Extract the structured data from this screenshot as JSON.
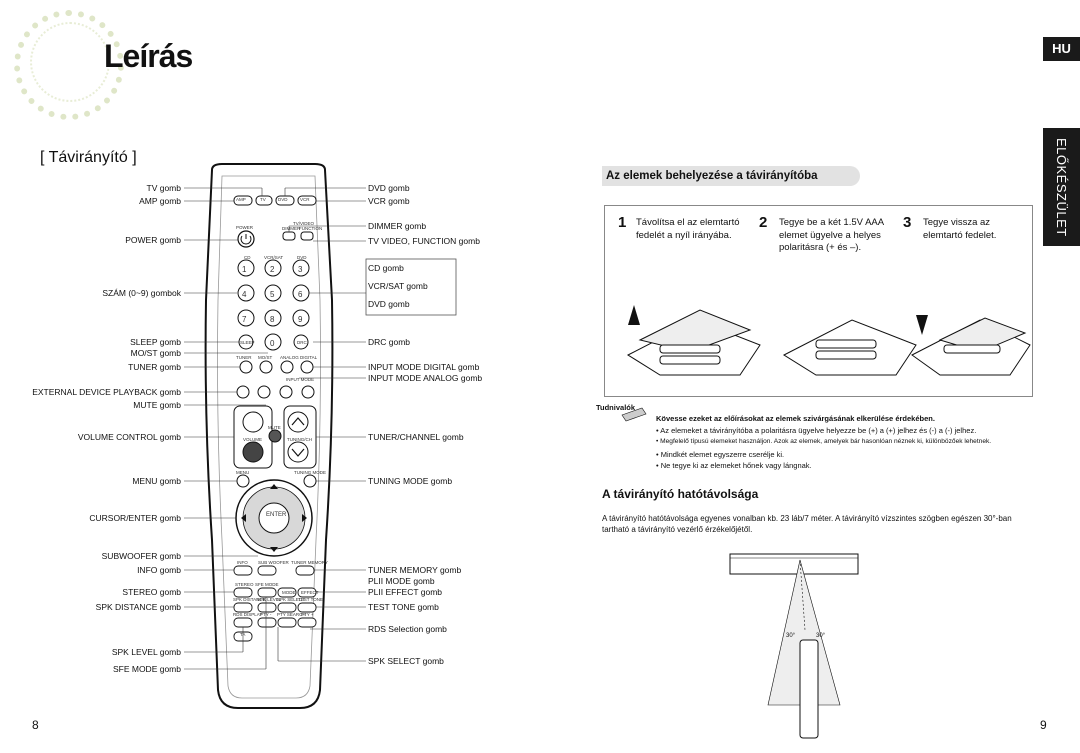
{
  "header": {
    "title": "Leírás",
    "lang_badge": "HU",
    "side_tab": "ELŐKÉSZÜLET"
  },
  "section": {
    "title": "[ Távirányító ]"
  },
  "left_labels": [
    "TV gomb",
    "AMP gomb",
    "POWER gomb",
    "SZÁM (0~9) gombok",
    "SLEEP gomb",
    "MO/ST gomb",
    "TUNER gomb",
    "EXTERNAL DEVICE PLAYBACK gomb",
    "MUTE gomb",
    "VOLUME CONTROL gomb",
    "MENU gomb",
    "CURSOR/ENTER gomb",
    "SUBWOOFER gomb",
    "INFO gomb",
    "STEREO gomb",
    "SPK DISTANCE gomb",
    "SPK LEVEL gomb",
    "SFE MODE gomb"
  ],
  "right_labels": [
    "DVD gomb",
    "VCR gomb",
    "DIMMER gomb",
    "TV VIDEO, FUNCTION gomb",
    "CD gomb",
    "VCR/SAT gomb",
    "DVD gomb",
    "DRC gomb",
    "INPUT MODE DIGITAL gomb",
    "INPUT MODE ANALOG gomb",
    "TUNER/CHANNEL gomb",
    "TUNING MODE gomb",
    "TUNER MEMORY gomb",
    "PLII  MODE gomb",
    "PLII  EFFECT gomb",
    "TEST TONE gomb",
    "RDS Selection gomb",
    "SPK SELECT gomb"
  ],
  "remote": {
    "top_buttons": [
      "AMP",
      "TV",
      "DVD",
      "VCR"
    ],
    "labels": {
      "power": "POWER",
      "dimmer": "DIMMER",
      "function": "FUNCTION",
      "tv_video": "TV/VIDEO",
      "cd": "CD",
      "vcr_sat": "VCR/SAT",
      "dvd": "DVD",
      "sleep": "SLEEP",
      "drc": "DRC",
      "tuner": "TUNER",
      "mo_st": "MO/ST",
      "analog": "ANALOG",
      "digital": "DIGITAL",
      "input_mode": "INPUT MODE",
      "mute": "MUTE",
      "volume": "VOLUME",
      "tuning_ch": "TUNING/CH",
      "menu": "MENU",
      "tuning_mode": "TUNING MODE",
      "enter": "ENTER",
      "info": "INFO",
      "subwoofer": "SUB WOOFER",
      "tuner_memory": "TUNER MEMORY",
      "stereo": "STEREO",
      "sfe_mode": "SFE MODE",
      "mode": "MODE",
      "effect": "EFFECT",
      "spk_distance": "SPK DISTANCE",
      "spk_level": "SPK LEVEL",
      "spk_select": "SPK SELECT",
      "test_tone": "TEST TONE",
      "rds_display": "RDS DISPLAY",
      "pty_minus": "PTY -",
      "pty_search": "PTY SEARCH",
      "pty_plus": "PTY +",
      "ta": "TA"
    },
    "digits": [
      "1",
      "2",
      "3",
      "4",
      "5",
      "6",
      "7",
      "8",
      "9",
      "0"
    ]
  },
  "battery": {
    "heading": "Az elemek behelyezése a távirányítóba",
    "steps": [
      {
        "num": "1",
        "text": "Távolítsa el az elemtartó fedelét a nyíl irányába."
      },
      {
        "num": "2",
        "text": "Tegye be a két 1.5V AAA elemet ügyelve a helyes polaritásra (+ és –)."
      },
      {
        "num": "3",
        "text": "Tegye vissza az elemtartó fedelet."
      }
    ]
  },
  "note": {
    "label": "Tudnivalók",
    "heading": "Kövesse ezeket az előírásokat az elemek szivárgásának elkerülése érdekében.",
    "items": [
      "Az elemeket a távirányítóba a polaritásra ügyelve helyezze be (+) a (+) jelhez és (-) a (-) jelhez.",
      "Megfelelő típusú elemeket használjon.  Azok az elemek, amelyek bár hasonlóan néznek ki, különbözőek lehetnek.",
      "Mindkét elemet egyszerre cserélje ki.",
      "Ne tegye ki az elemeket hőnek vagy lángnak."
    ]
  },
  "range": {
    "title": "A távirányító hatótávolsága",
    "text": "A távirányító hatótávolsága egyenes vonalban kb. 23 láb/7 méter.  A távirányító vízszintes szögben egészen 30°-ban tartható a távirányító vezérlő érzékelőjétől.",
    "angle_left": "30°",
    "angle_right": "30°"
  },
  "pages": {
    "left": "8",
    "right": "9"
  }
}
